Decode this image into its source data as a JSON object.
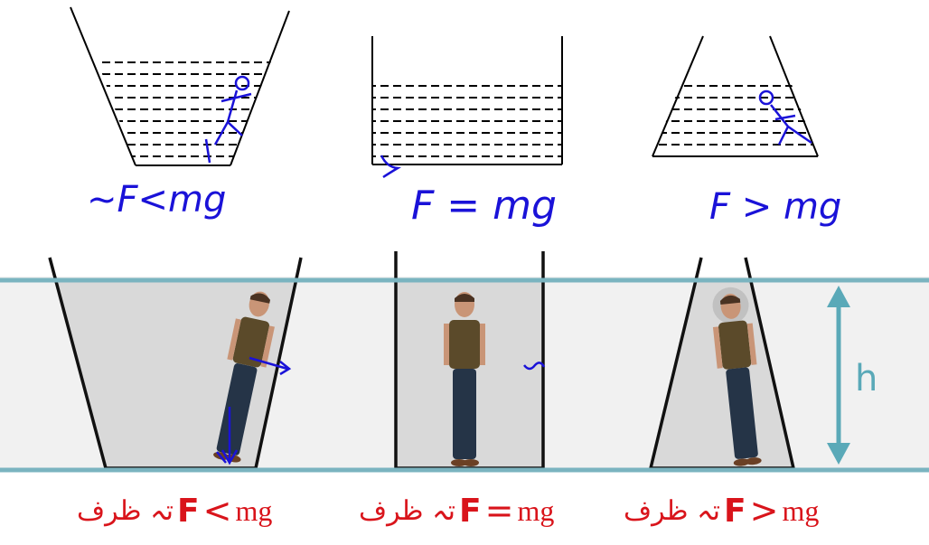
{
  "sketches": [
    {
      "label": "~F<mg",
      "shape": "wide-top"
    },
    {
      "label": "F = mg",
      "shape": "straight"
    },
    {
      "label": "F > mg",
      "shape": "narrow-top"
    }
  ],
  "height_label": "h",
  "captions": [
    {
      "urdu": "تہ ظرف",
      "force": "F",
      "op": "<",
      "mg": "mg"
    },
    {
      "urdu": "تہ ظرف",
      "force": "F",
      "op": "=",
      "mg": "mg"
    },
    {
      "urdu": "تہ ظرف",
      "force": "F",
      "op": ">",
      "mg": "mg"
    }
  ],
  "colors": {
    "ink": "#1a12d8",
    "teal": "#5aa9b8",
    "caption_red": "#d9141b",
    "water": "#d9d9d9"
  }
}
